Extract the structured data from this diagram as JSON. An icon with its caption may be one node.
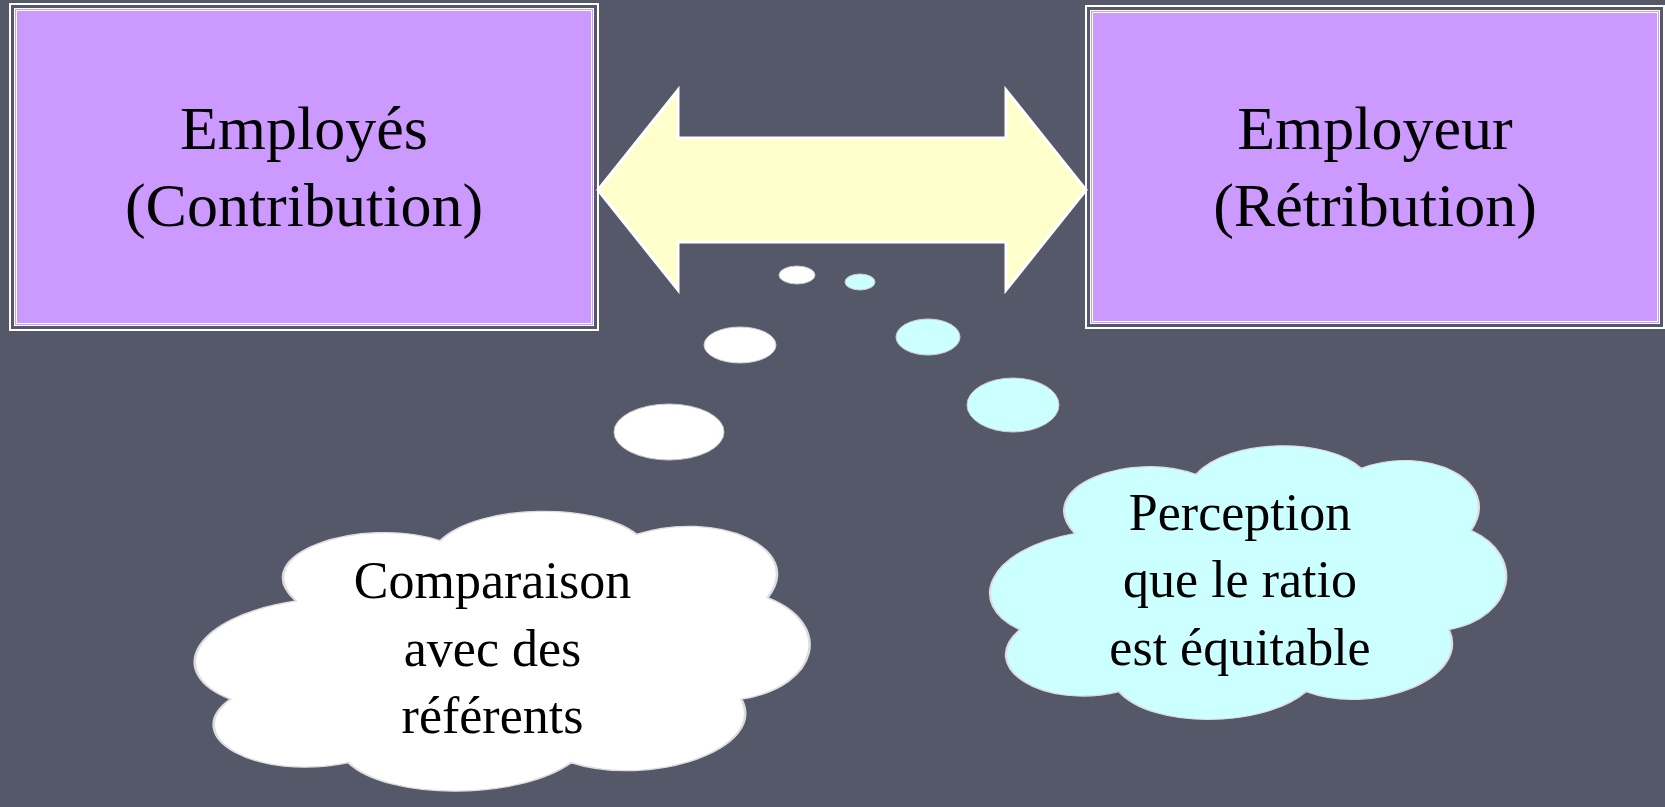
{
  "diagram": {
    "nodes": [
      {
        "text": [
          "Employés (Contribution)"
        ]
      },
      {
        "text": [
          "Employeur (Rétribution)"
        ]
      },
      {
        "text": [
          "Comparaison avec des référents"
        ]
      },
      {
        "text": [
          "Perception que le ratio est équitable"
        ]
      }
    ],
    "edges": [
      {
        "from": 0,
        "to": 1,
        "arrow": "both"
      }
    ]
  }
}
